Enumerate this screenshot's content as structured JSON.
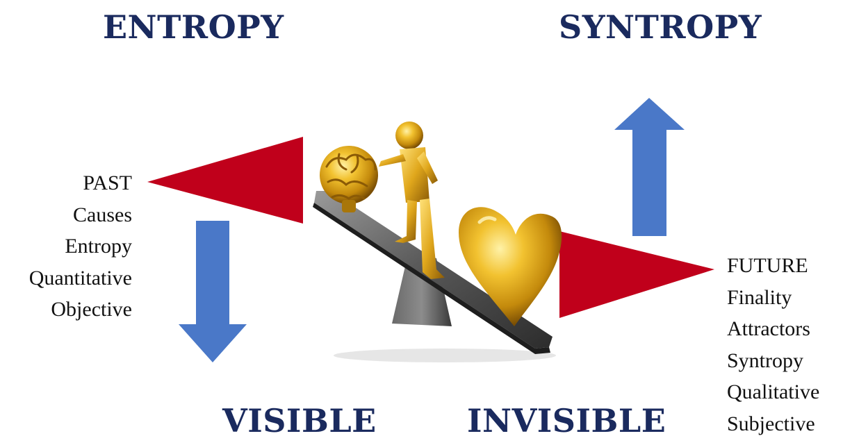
{
  "headings": {
    "top_left": "ENTROPY",
    "top_right": "SYNTROPY",
    "bottom_left": "VISIBLE",
    "bottom_right": "INVISIBLE"
  },
  "left_list": {
    "items": [
      "PAST",
      "Causes",
      "Entropy",
      "Quantitative",
      "Objective"
    ]
  },
  "right_list": {
    "items": [
      "FUTURE",
      "Finality",
      "Attractors",
      "Syntropy",
      "Qualitative",
      "Subjective"
    ]
  },
  "colors": {
    "heading": "#1a2a5e",
    "wedge_red": "#c0001b",
    "arrow_blue": "#4a78c8",
    "gold": "#d4a017"
  },
  "icons": {
    "center_image": "gold-figure-on-seesaw-brain-and-heart",
    "left_wedge": "red-wedge-pointing-left",
    "right_wedge": "red-wedge-pointing-right",
    "down_arrow": "blue-arrow-down",
    "up_arrow": "blue-arrow-up"
  }
}
